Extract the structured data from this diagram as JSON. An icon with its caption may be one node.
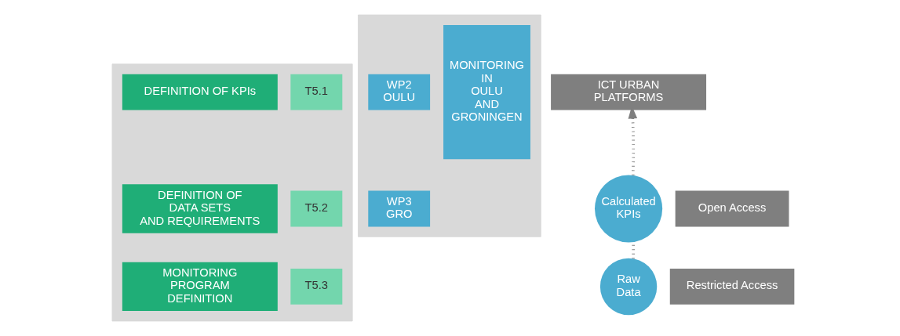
{
  "diagram": {
    "nodes": [
      {
        "text": [],
        "shape": "box"
      },
      {
        "text": [
          "DEFINITION OF KPIs"
        ],
        "in": 0
      },
      {
        "text": [
          "T5.1"
        ],
        "in": 0
      },
      {
        "text": [
          "DEFINITION OF DATA SETS AND REQUIREMENTS"
        ],
        "in": 0
      },
      {
        "text": [
          "T5.2"
        ],
        "in": 0
      },
      {
        "text": [
          "MONITORING PROGRAM DEFINITION"
        ],
        "in": 0
      },
      {
        "text": [
          "T5.3"
        ],
        "in": 0
      },
      {
        "text": [],
        "shape": "box"
      },
      {
        "text": [
          "WP2 OULU"
        ],
        "in": 7
      },
      {
        "text": [
          "WP3 GRO"
        ],
        "in": 7
      },
      {
        "text": [
          "MONITORING IN OULU AND GRONINGEN"
        ],
        "in": 7
      },
      {
        "text": [
          "ICT URBAN PLATFORMS"
        ]
      },
      {
        "text": [
          "Calculated KPIs"
        ]
      },
      {
        "text": [
          "Open Access"
        ]
      },
      {
        "text": [
          "Raw Data"
        ]
      },
      {
        "text": [
          "Restricted Access"
        ]
      }
    ],
    "edges": [
      {
        "from": 14,
        "to": 12,
        "arrow": "none",
        "style": "dashed"
      },
      {
        "from": 12,
        "to": 11,
        "arrow": "to",
        "style": "dashed"
      }
    ]
  }
}
